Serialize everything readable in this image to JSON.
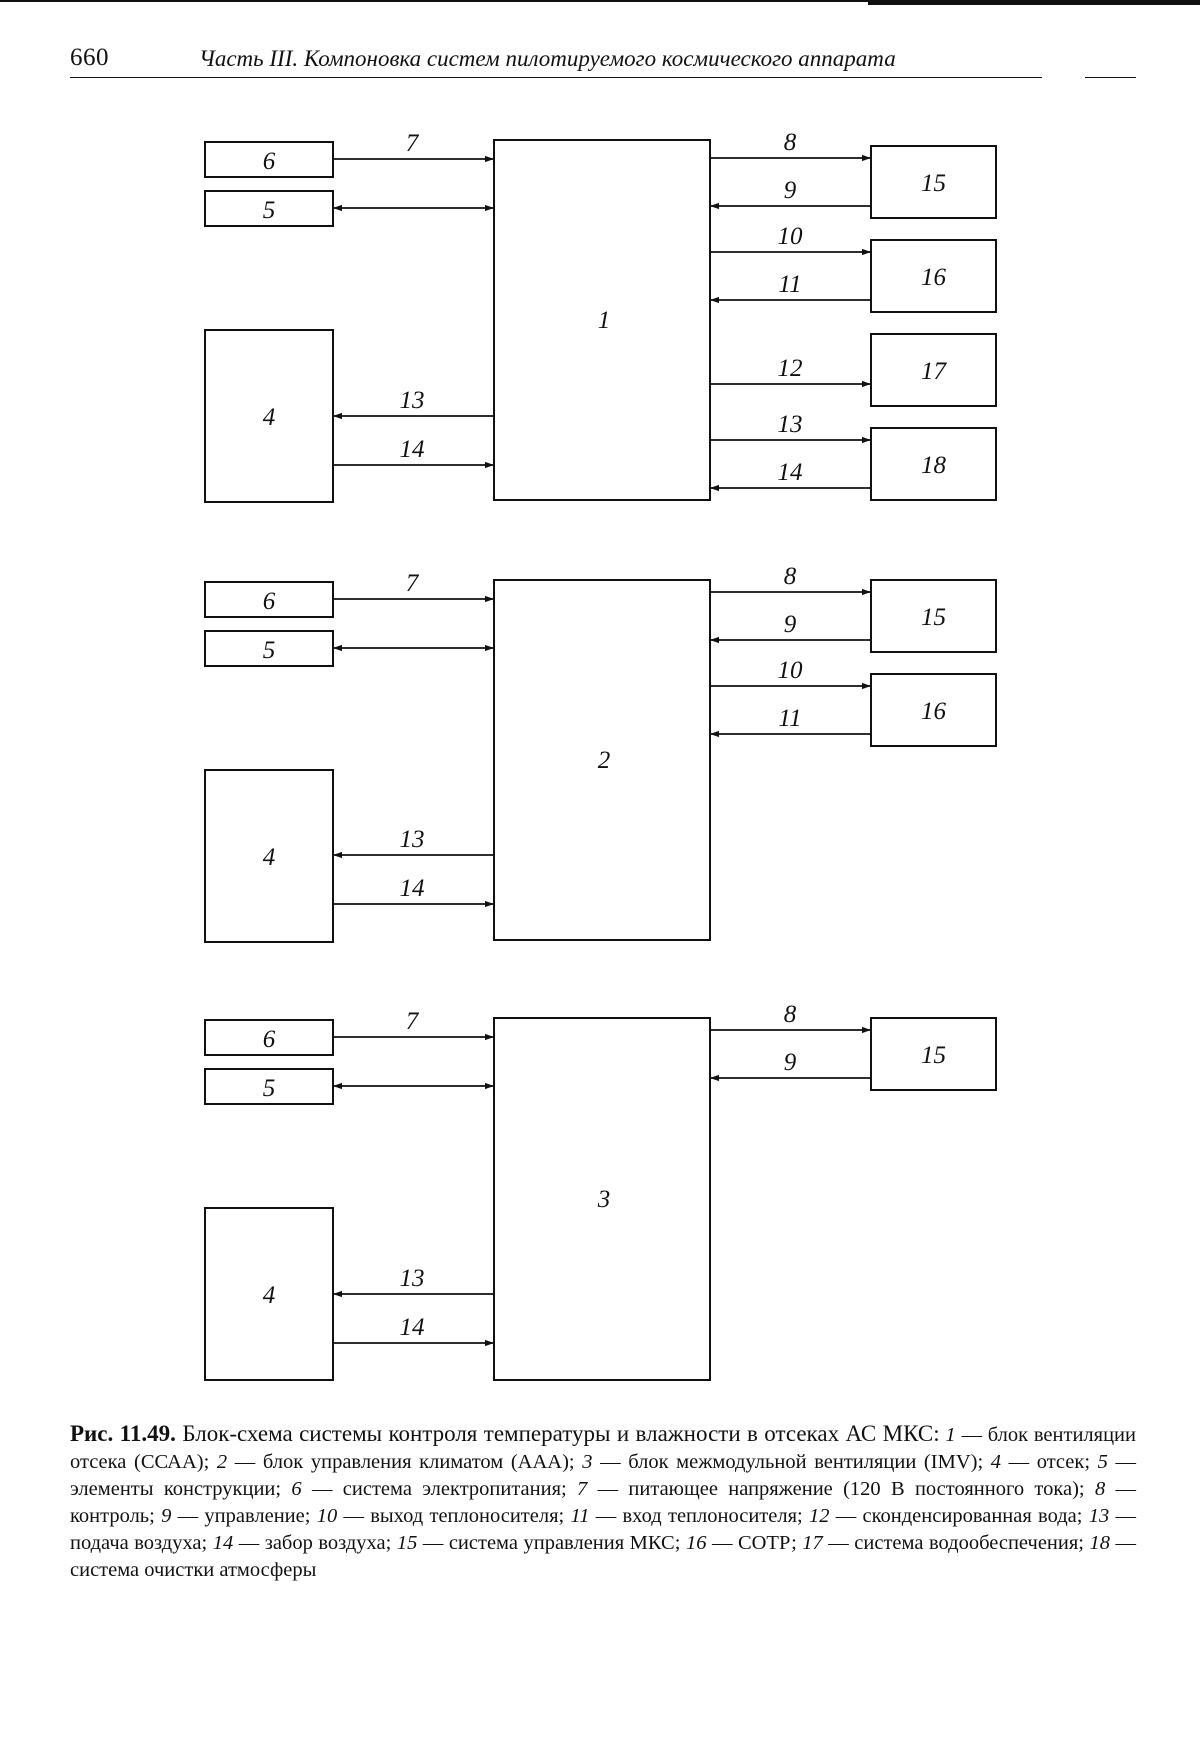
{
  "header": {
    "page_number": "660",
    "running_title": "Часть III. Компоновка систем пилотируемого космического аппарата"
  },
  "diagram": {
    "blocks": [
      {
        "label": "1",
        "left_label_6": "6",
        "left_label_5": "5",
        "left_label_4": "4",
        "link_7": "7",
        "link_13": "13",
        "link_14": "14",
        "right": [
          {
            "box": "15",
            "out": "8",
            "in": "9"
          },
          {
            "box": "16",
            "out": "10",
            "in": "11"
          },
          {
            "box": "17",
            "out": "12"
          },
          {
            "box": "18",
            "out": "13",
            "in": "14"
          }
        ]
      },
      {
        "label": "2",
        "left_label_6": "6",
        "left_label_5": "5",
        "left_label_4": "4",
        "link_7": "7",
        "link_13": "13",
        "link_14": "14",
        "right": [
          {
            "box": "15",
            "out": "8",
            "in": "9"
          },
          {
            "box": "16",
            "out": "10",
            "in": "11"
          }
        ]
      },
      {
        "label": "3",
        "left_label_6": "6",
        "left_label_5": "5",
        "left_label_4": "4",
        "link_7": "7",
        "link_13": "13",
        "link_14": "14",
        "right": [
          {
            "box": "15",
            "out": "8",
            "in": "9"
          }
        ]
      }
    ]
  },
  "caption": {
    "figure": "Рис. 11.49.",
    "title": "Блок-схема системы контроля температуры и влажности в отсеках АС МКС:",
    "items": [
      {
        "num": "1",
        "text": "блок вентиляции отсека (ССАА)"
      },
      {
        "num": "2",
        "text": "блок управления климатом (ААА)"
      },
      {
        "num": "3",
        "text": "блок межмодульной вентиляции (IMV)"
      },
      {
        "num": "4",
        "text": "отсек"
      },
      {
        "num": "5",
        "text": "элементы конструкции"
      },
      {
        "num": "6",
        "text": "система электропитания"
      },
      {
        "num": "7",
        "text": "питающее напряжение (120 В постоянного тока)"
      },
      {
        "num": "8",
        "text": "контроль"
      },
      {
        "num": "9",
        "text": "управление"
      },
      {
        "num": "10",
        "text": "выход теплоносителя"
      },
      {
        "num": "11",
        "text": "вход теплоносителя"
      },
      {
        "num": "12",
        "text": "сконденсированная вода"
      },
      {
        "num": "13",
        "text": "подача воздуха"
      },
      {
        "num": "14",
        "text": "забор воздуха"
      },
      {
        "num": "15",
        "text": "система управления МКС"
      },
      {
        "num": "16",
        "text": "СОТР"
      },
      {
        "num": "17",
        "text": "система водообеспечения"
      },
      {
        "num": "18",
        "text": "система очистки атмосферы"
      }
    ]
  }
}
